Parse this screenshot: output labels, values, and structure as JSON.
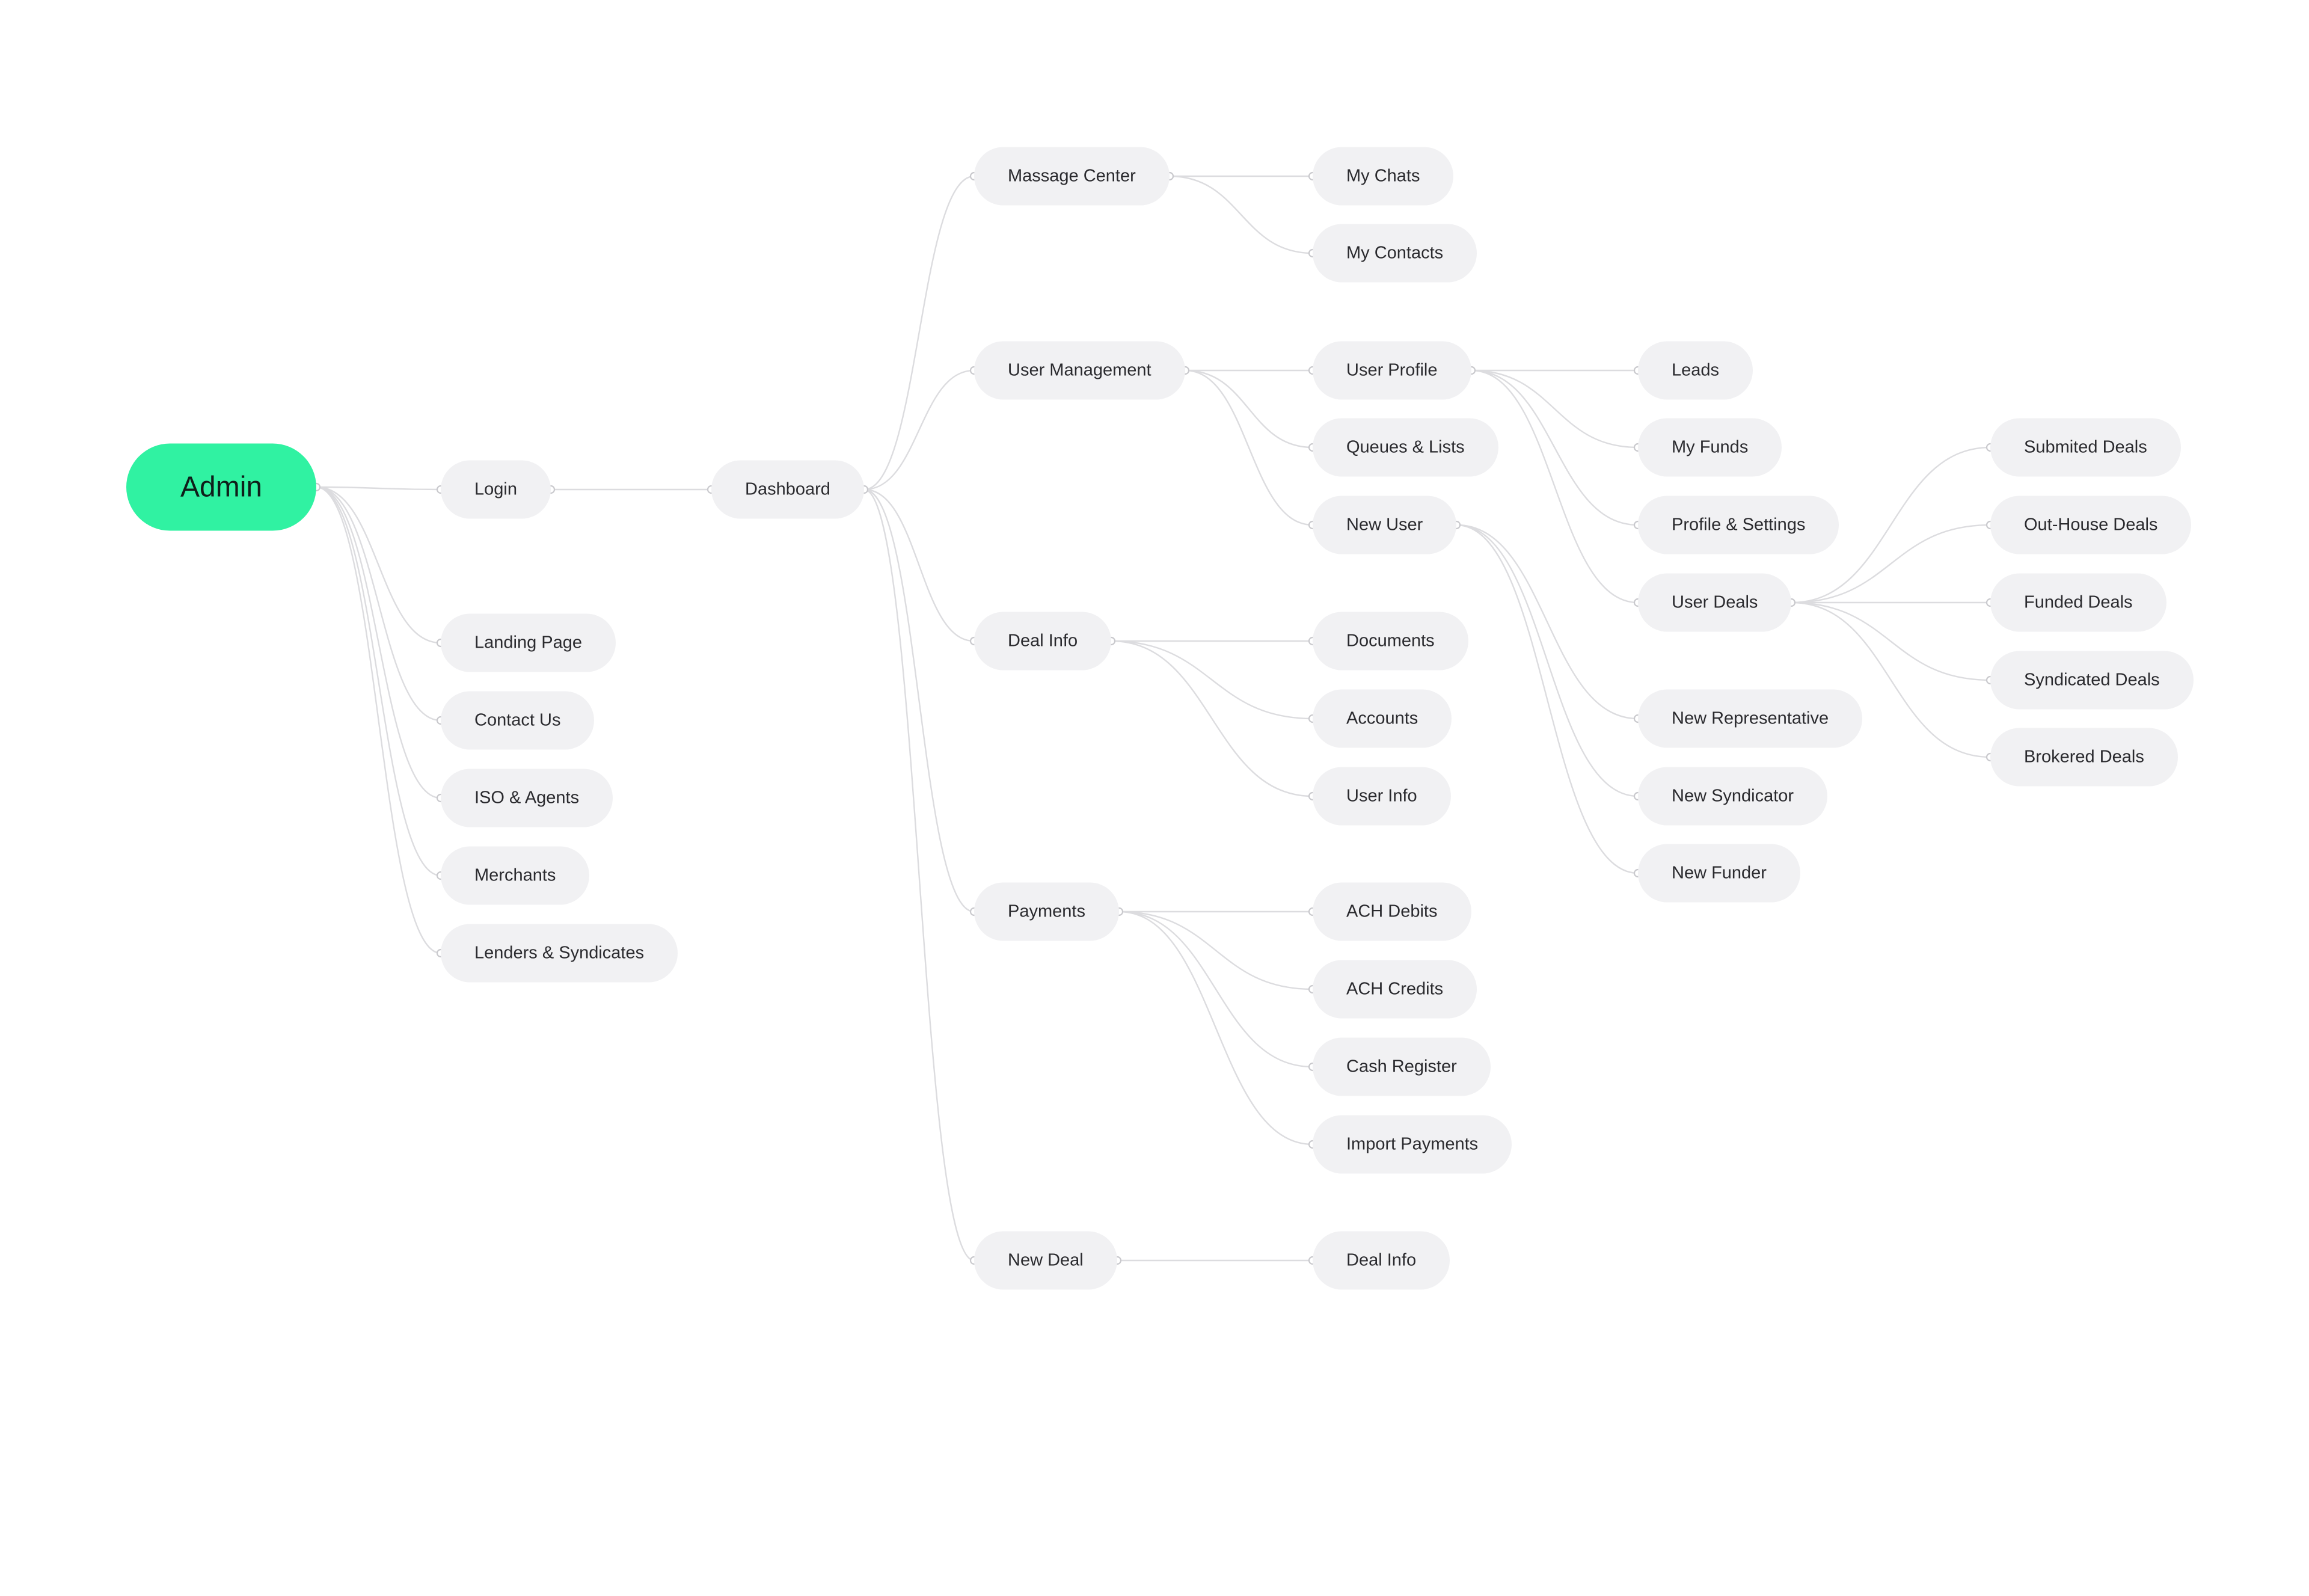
{
  "tree": {
    "id": "admin",
    "label": "Admin",
    "children": [
      {
        "id": "login",
        "label": "Login",
        "children": [
          {
            "id": "dashboard",
            "label": "Dashboard",
            "children": [
              {
                "id": "massage-center",
                "label": "Massage Center",
                "children": [
                  {
                    "id": "my-chats",
                    "label": "My Chats"
                  },
                  {
                    "id": "my-contacts",
                    "label": "My Contacts"
                  }
                ]
              },
              {
                "id": "user-management",
                "label": "User Management",
                "children": [
                  {
                    "id": "user-profile",
                    "label": "User Profile",
                    "children": [
                      {
                        "id": "leads",
                        "label": "Leads"
                      },
                      {
                        "id": "my-funds",
                        "label": "My Funds"
                      },
                      {
                        "id": "profile-settings",
                        "label": "Profile & Settings"
                      },
                      {
                        "id": "user-deals",
                        "label": "User Deals",
                        "children": [
                          {
                            "id": "submited-deals",
                            "label": "Submited Deals"
                          },
                          {
                            "id": "out-house-deals",
                            "label": "Out-House Deals"
                          },
                          {
                            "id": "funded-deals",
                            "label": "Funded Deals"
                          },
                          {
                            "id": "syndicated-deals",
                            "label": "Syndicated Deals"
                          },
                          {
                            "id": "brokered-deals",
                            "label": "Brokered Deals"
                          }
                        ]
                      }
                    ]
                  },
                  {
                    "id": "queues-lists",
                    "label": "Queues & Lists"
                  },
                  {
                    "id": "new-user",
                    "label": "New User",
                    "children": [
                      {
                        "id": "new-representative",
                        "label": "New Representative"
                      },
                      {
                        "id": "new-syndicator",
                        "label": "New Syndicator"
                      },
                      {
                        "id": "new-funder",
                        "label": "New Funder"
                      }
                    ]
                  }
                ]
              },
              {
                "id": "deal-info",
                "label": "Deal Info",
                "children": [
                  {
                    "id": "documents",
                    "label": "Documents"
                  },
                  {
                    "id": "accounts",
                    "label": "Accounts"
                  },
                  {
                    "id": "user-info",
                    "label": "User Info"
                  }
                ]
              },
              {
                "id": "payments",
                "label": "Payments",
                "children": [
                  {
                    "id": "ach-debits",
                    "label": "ACH Debits"
                  },
                  {
                    "id": "ach-credits",
                    "label": "ACH Credits"
                  },
                  {
                    "id": "cash-register",
                    "label": "Cash Register"
                  },
                  {
                    "id": "import-payments",
                    "label": "Import Payments"
                  }
                ]
              },
              {
                "id": "new-deal",
                "label": "New Deal",
                "children": [
                  {
                    "id": "new-deal-info",
                    "label": "Deal Info"
                  }
                ]
              }
            ]
          }
        ]
      },
      {
        "id": "landing-page",
        "label": "Landing Page"
      },
      {
        "id": "contact-us",
        "label": "Contact Us"
      },
      {
        "id": "iso-agents",
        "label": "ISO & Agents"
      },
      {
        "id": "merchants",
        "label": "Merchants"
      },
      {
        "id": "lenders-syndicates",
        "label": "Lenders & Syndicates"
      }
    ]
  }
}
